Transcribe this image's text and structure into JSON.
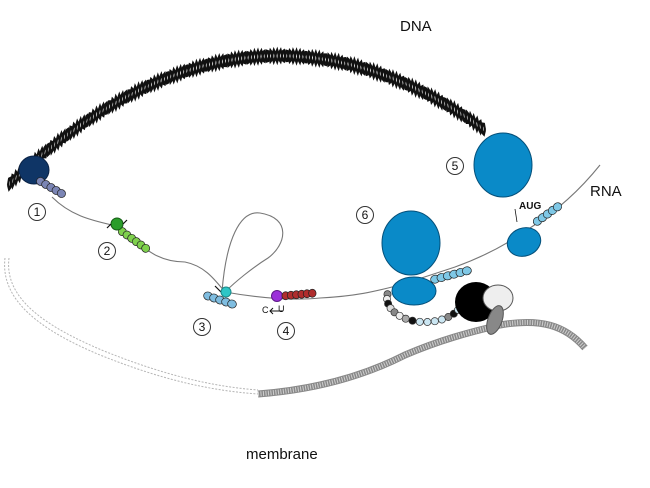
{
  "labels": {
    "dna": "DNA",
    "rna": "RNA",
    "membrane": "membrane",
    "aug": "AUG",
    "c_marker": "C",
    "u_marker": "U"
  },
  "steps": [
    "1",
    "2",
    "3",
    "4",
    "5",
    "6"
  ],
  "colors": {
    "dna": "#111111",
    "rna_strand": "#777777",
    "polymerase": "#0f3566",
    "ribosome": "#0a8ac8",
    "ribosome_dark": "#0676ad",
    "capping_enzyme": "#2a9d2a",
    "step3_enzyme": "#2ec6c6",
    "editing_enzyme": "#9b30d9",
    "edited_helix": "#b02d2d",
    "membrane_track": "#8a8a8a",
    "receptor_black": "#000000",
    "receptor_white": "#eeeeee",
    "receptor_grey": "#888888"
  }
}
